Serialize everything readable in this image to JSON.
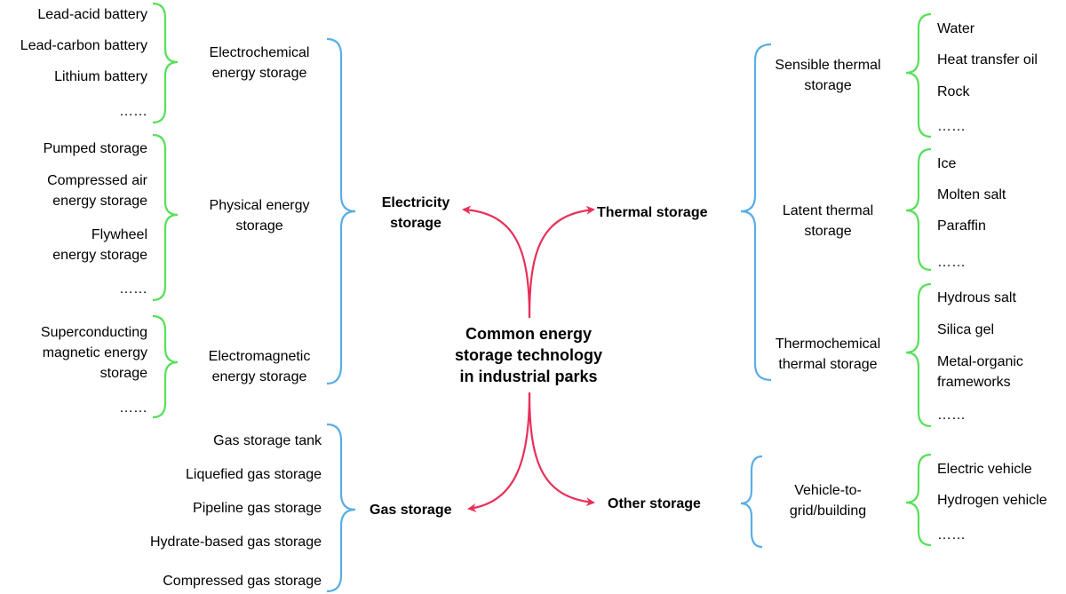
{
  "center": {
    "lines": [
      "Common energy",
      "storage technology",
      "in industrial parks"
    ]
  },
  "colors": {
    "arrow": "#e8305a",
    "blue_brace": "#5aaee6",
    "green_brace": "#56e05a"
  },
  "electricity": {
    "title_lines": [
      "Electricity",
      "storage"
    ],
    "electrochemical": {
      "lines": [
        "Electrochemical",
        "energy storage"
      ],
      "items": [
        "Lead-acid battery",
        "Lead-carbon battery",
        "Lithium battery",
        "……"
      ]
    },
    "physical": {
      "lines": [
        "Physical energy",
        "storage"
      ],
      "items": [
        "Pumped storage",
        "Compressed air",
        "energy storage",
        "Flywheel",
        "energy storage",
        "……"
      ]
    },
    "electromagnetic": {
      "lines": [
        "Electromagnetic",
        "energy storage"
      ],
      "items": [
        "Superconducting",
        "magnetic energy",
        "storage",
        "……"
      ]
    }
  },
  "gas": {
    "title": "Gas storage",
    "items": [
      "Gas storage tank",
      "Liquefied gas storage",
      "Pipeline gas storage",
      "Hydrate-based gas storage",
      "Compressed gas storage"
    ]
  },
  "thermal": {
    "title": "Thermal storage",
    "sensible": {
      "lines": [
        "Sensible thermal",
        "storage"
      ],
      "items": [
        "Water",
        "Heat transfer oil",
        "Rock",
        "……"
      ]
    },
    "latent": {
      "lines": [
        "Latent thermal",
        "storage"
      ],
      "items": [
        "Ice",
        "Molten salt",
        "Paraffin",
        "……"
      ]
    },
    "thermochemical": {
      "lines": [
        "Thermochemical",
        "thermal storage"
      ],
      "items": [
        "Hydrous salt",
        "Silica gel",
        "Metal-organic",
        "frameworks",
        "……"
      ]
    }
  },
  "other": {
    "title": "Other storage",
    "v2g": {
      "lines": [
        "Vehicle-to-",
        "grid/building"
      ],
      "items": [
        "Electric vehicle",
        "Hydrogen vehicle",
        "……"
      ]
    }
  }
}
